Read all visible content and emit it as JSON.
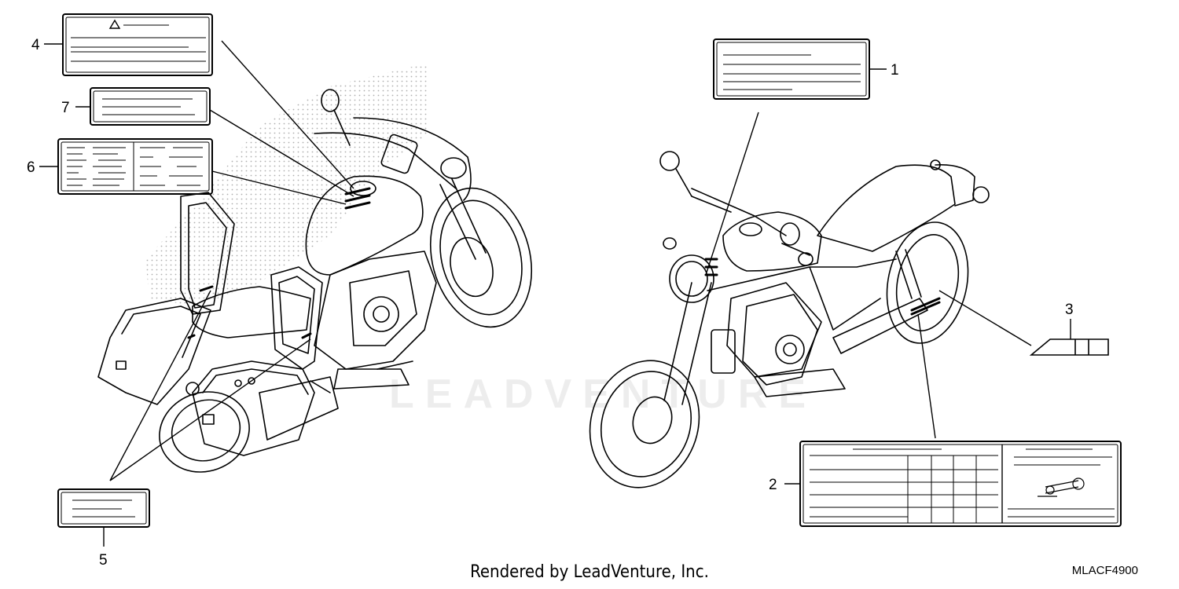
{
  "callouts": [
    {
      "id": "1",
      "label": "1"
    },
    {
      "id": "2",
      "label": "2"
    },
    {
      "id": "3",
      "label": "3"
    },
    {
      "id": "4",
      "label": "4"
    },
    {
      "id": "5",
      "label": "5"
    },
    {
      "id": "6",
      "label": "6"
    },
    {
      "id": "7",
      "label": "7"
    }
  ],
  "footer_text": "Rendered by LeadVenture, Inc.",
  "diagram_code": "MLACF4900",
  "watermark_text": "LEADVENTURE",
  "colors": {
    "line": "#000000",
    "stipple": "#9a9a9a"
  }
}
